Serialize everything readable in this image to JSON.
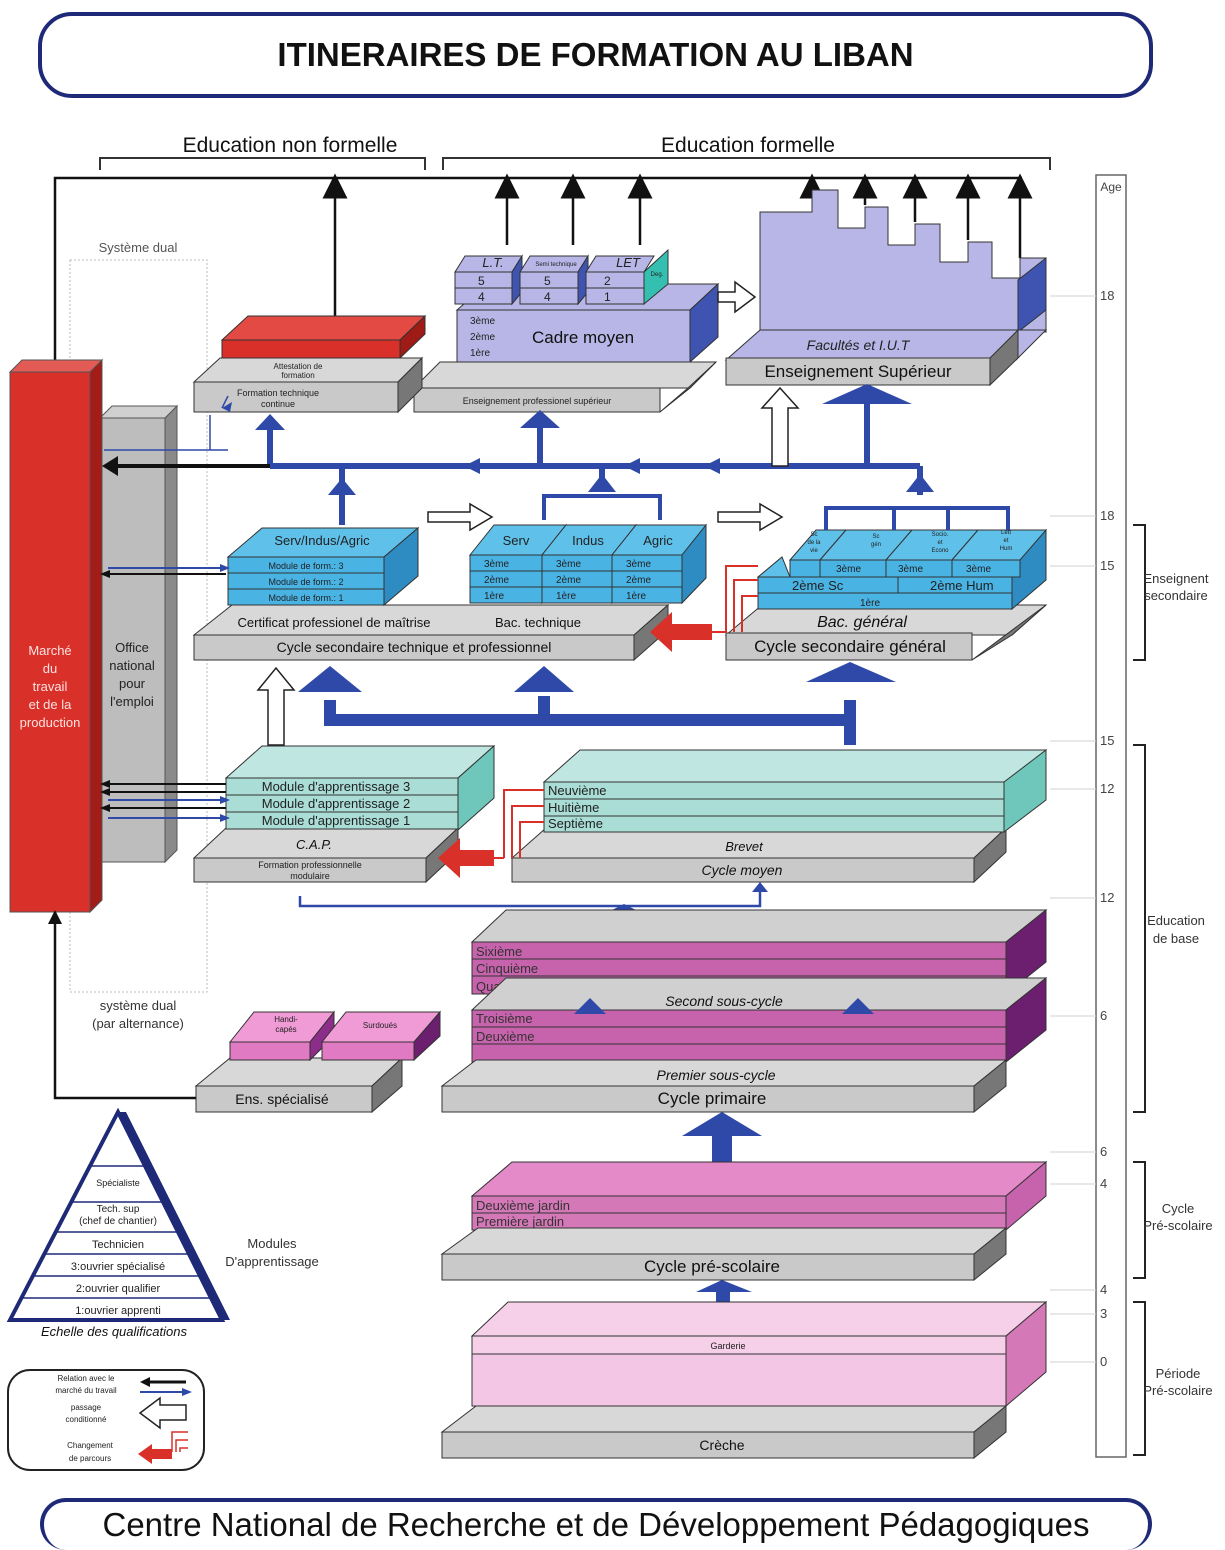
{
  "title": "ITINERAIRES DE FORMATION AU LIBAN",
  "footer": "Centre National de Recherche et de Développement Pédagogiques",
  "headers": {
    "non_formelle": "Education non formelle",
    "formelle": "Education formelle"
  },
  "age": {
    "label": "Age",
    "ticks": [
      "18",
      "18",
      "15",
      "15",
      "12",
      "12",
      "6",
      "6",
      "4",
      "4",
      "3",
      "0"
    ]
  },
  "stages": {
    "secondaire": "Enseignent secondaire",
    "base": "Education de base",
    "prescolaire_cycle": "Cycle Pré-scolaire",
    "prescolaire_periode": "Période Pré-scolaire"
  },
  "left": {
    "marche": "Marché du travail et de la production",
    "office": "Office national pour l'emploi",
    "dual_top": "Système dual",
    "dual_bottom": "système dual (par alternance)"
  },
  "superieur": {
    "facultes": "Facultés et I.U.T",
    "ens_sup": "Enseignement Supérieur",
    "cadre_moyen": "Cadre moyen",
    "ens_pro_sup": "Enseignement professionel supérieur",
    "lt": "L.T.",
    "semi_tech": "Semi technique",
    "let": "LET",
    "deg": "Deg.",
    "lt5": "5",
    "lt4": "4",
    "st5": "5",
    "st4": "4",
    "let2": "2",
    "let1": "1",
    "y3": "3ème",
    "y2": "2ème",
    "y1": "1ère",
    "attestation": "Attestation de formation",
    "ftc": "Formation technique continue"
  },
  "secondaire": {
    "svc_title": "Serv/Indus/Agric",
    "mod3": "Module de form.: 3",
    "mod2": "Module de form.: 2",
    "mod1": "Module de form.: 1",
    "cpm": "Certificat professionel de maîtrise",
    "serv": "Serv",
    "indus": "Indus",
    "agric": "Agric",
    "a3": "3ème",
    "a2": "2ème",
    "a1": "1ère",
    "b3": "3ème",
    "b2": "2ème",
    "b1": "1ère",
    "c3": "3ème",
    "c2": "2ème",
    "c1": "1ère",
    "bac_tech": "Bac. technique",
    "cycle_tech": "Cycle secondaire technique et professionnel",
    "sv": "Sc de la vie",
    "sg": "Sc gén",
    "se": "Socio. et Econo",
    "lh": "Lett et Hum",
    "g3a": "3ème",
    "g3b": "3ème",
    "g3c": "3ème",
    "sc2": "2ème Sc",
    "hum2": "2ème Hum",
    "g1": "1ère",
    "bac_gen": "Bac. général",
    "cycle_gen": "Cycle secondaire général"
  },
  "moyen": {
    "ma3": "Module d'apprentissage 3",
    "ma2": "Module d'apprentissage 2",
    "ma1": "Module d'apprentissage 1",
    "cap": "C.A.P.",
    "fpm": "Formation professionnelle modulaire",
    "neuv": "Neuvième",
    "huit": "Huitième",
    "sept": "Septième",
    "brevet": "Brevet",
    "cycle_moyen": "Cycle moyen"
  },
  "primaire": {
    "six": "Sixième",
    "cinq": "Cinquième",
    "quat": "Quatrième",
    "second": "Second sous-cycle",
    "trois": "Troisième",
    "deux": "Deuxième",
    "premier": "Premier sous-cycle",
    "cycle_primaire": "Cycle primaire",
    "handi": "Handi-capés",
    "surdoues": "Surdoués",
    "ens_spec": "Ens. spécialisé"
  },
  "prescolaire": {
    "dj": "Deuxième jardin",
    "pj": "Première jardin",
    "cycle_pre": "Cycle pré-scolaire",
    "garderie": "Garderie",
    "creche": "Crèche"
  },
  "pyramid": {
    "levels": [
      "Spécialiste",
      "Tech. sup (chef de chantier)",
      "Technicien",
      "3:ouvrier spécialisé",
      "2:ouvrier qualifier",
      "1:ouvrier apprenti"
    ],
    "caption": "Echelle des qualifications",
    "modules": "Modules D'apprentissage"
  },
  "legend": {
    "relation": "Relation avec le marché du travail",
    "passage": "passage conditionné",
    "changement": "Changement de parcours"
  },
  "colors": {
    "frame": "#1e2a78",
    "arrow_blue": "#2f49a8",
    "red": "#d9302a",
    "lavender": "#b7b6e6",
    "cyan": "#49b3e4",
    "teal": "#a9ddd6",
    "magenta": "#c763ac",
    "pink": "#e9a9d8",
    "light_pink": "#f3c6e6",
    "gray": "#b3b3b3"
  }
}
